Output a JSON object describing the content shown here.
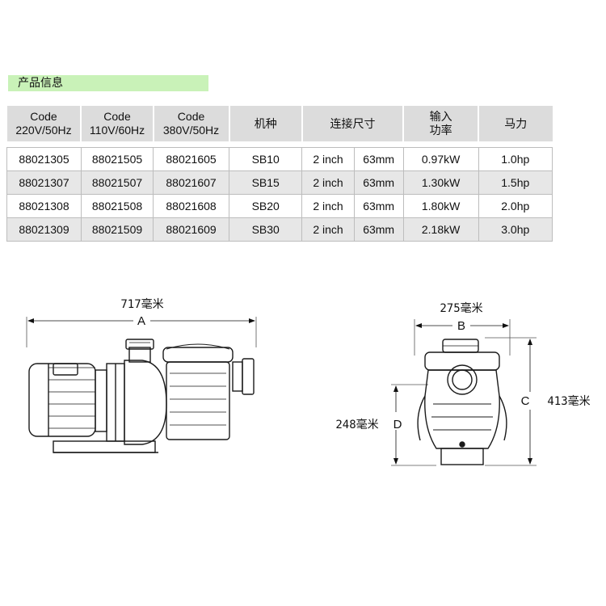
{
  "section_title": "产品信息",
  "table": {
    "headers": [
      [
        "Code",
        "220V/50Hz"
      ],
      [
        "Code",
        "110V/60Hz"
      ],
      [
        "Code",
        "380V/50Hz"
      ],
      [
        "机种"
      ],
      [
        "连接尺寸"
      ],
      [
        "输入",
        "功率"
      ],
      [
        "马力"
      ]
    ],
    "rows": [
      [
        "88021305",
        "88021505",
        "88021605",
        "SB10",
        "2 inch",
        "63mm",
        "0.97kW",
        "1.0hp"
      ],
      [
        "88021307",
        "88021507",
        "88021607",
        "SB15",
        "2 inch",
        "63mm",
        "1.30kW",
        "1.5hp"
      ],
      [
        "88021308",
        "88021508",
        "88021608",
        "SB20",
        "2 inch",
        "63mm",
        "1.80kW",
        "2.0hp"
      ],
      [
        "88021309",
        "88021509",
        "88021609",
        "SB30",
        "2 inch",
        "63mm",
        "2.18kW",
        "3.0hp"
      ]
    ]
  },
  "diagram": {
    "side_length_label": "717毫米",
    "side_length_letter": "A",
    "front_width_label": "275毫米",
    "front_width_letter": "B",
    "front_height_label": "413毫米",
    "front_height_letter": "C",
    "front_body_height_label": "248毫米",
    "front_body_height_letter": "D"
  }
}
